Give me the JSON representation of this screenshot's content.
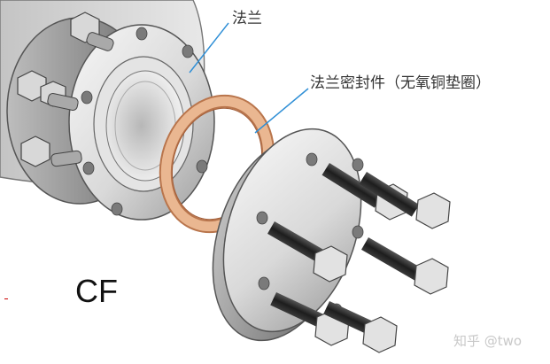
{
  "labels": {
    "flange": "法兰",
    "seal": "法兰密封件（无氧铜垫圈）",
    "type": "CF"
  },
  "watermark": "知乎 @two",
  "colors": {
    "leader_line": "#2f8fd6",
    "gasket": "#e9b48e",
    "gasket_edge": "#b9754c",
    "steel_light": "#ececec",
    "steel_dark": "#8a8a8a",
    "outline": "#555555",
    "bolt_thread": "#2b2b2b"
  },
  "icons": {
    "chamber": "vacuum-chamber-icon",
    "bolt": "hex-bolt-icon"
  }
}
